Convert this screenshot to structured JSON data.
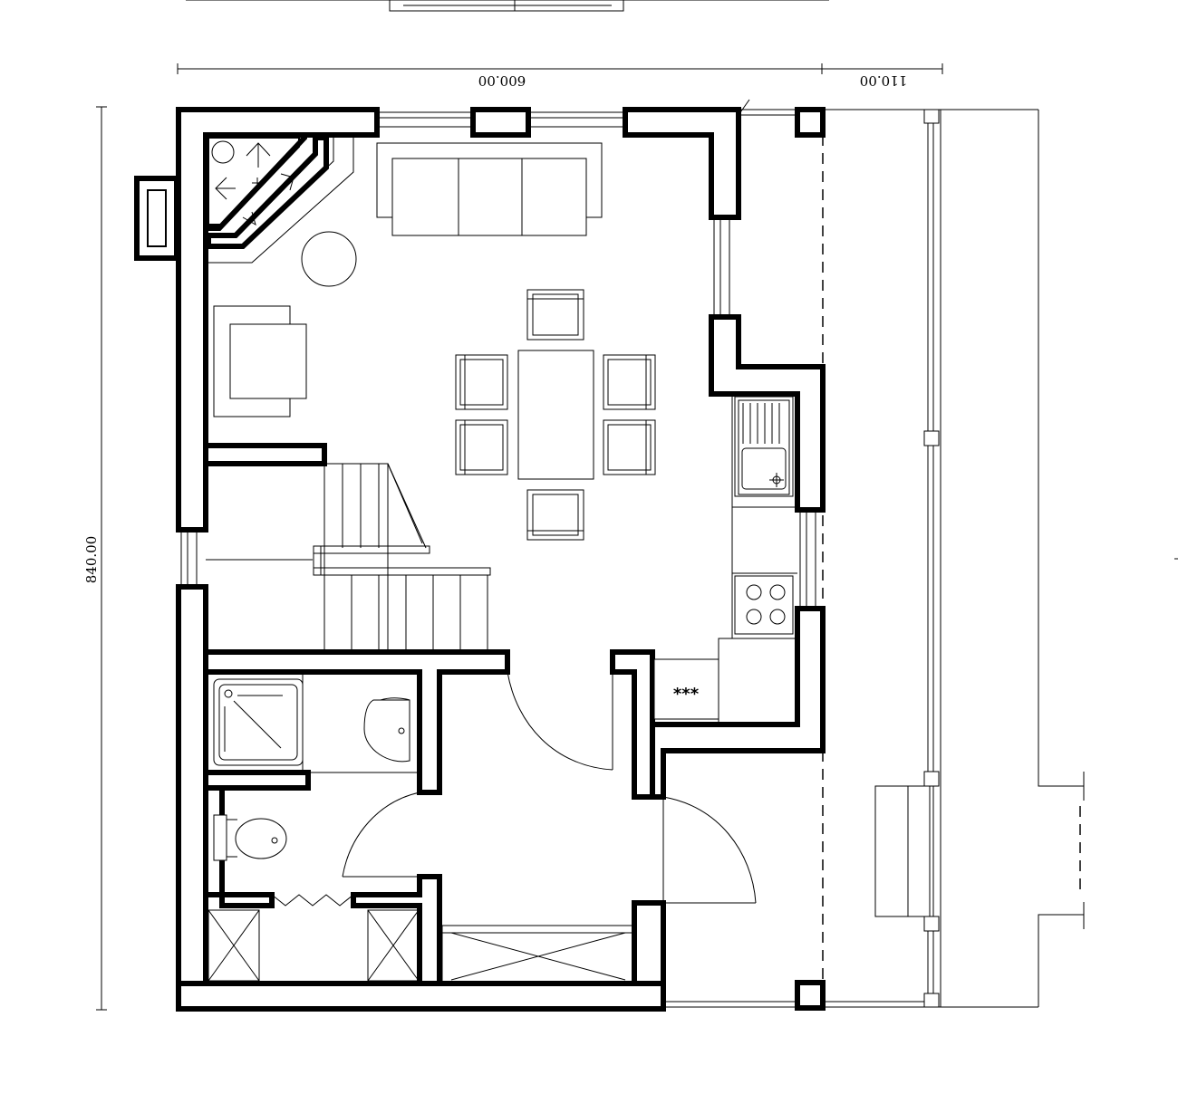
{
  "plan": {
    "dimensions": {
      "width_main": "600.00",
      "width_terrace": "110.00",
      "height": "840.00"
    },
    "stove_symbol": "***"
  }
}
